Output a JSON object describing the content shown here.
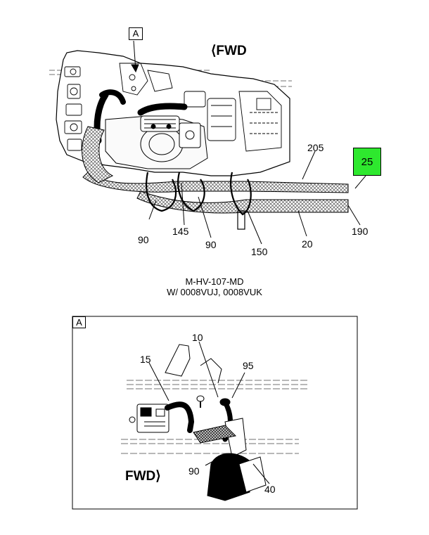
{
  "top_view": {
    "view_ref": "A",
    "fwd": "⟨FWD",
    "callouts": [
      "205",
      "25",
      "90",
      "145",
      "90",
      "150",
      "20",
      "190"
    ],
    "highlight": {
      "label": "25",
      "color": "#2ee82e"
    }
  },
  "caption": {
    "line1": "M-HV-107-MD",
    "line2": "W/ 0008VUJ, 0008VUK"
  },
  "detail_view": {
    "view_ref": "A",
    "fwd": "FWD⟩",
    "callouts": [
      "10",
      "15",
      "95",
      "90",
      "40"
    ]
  }
}
